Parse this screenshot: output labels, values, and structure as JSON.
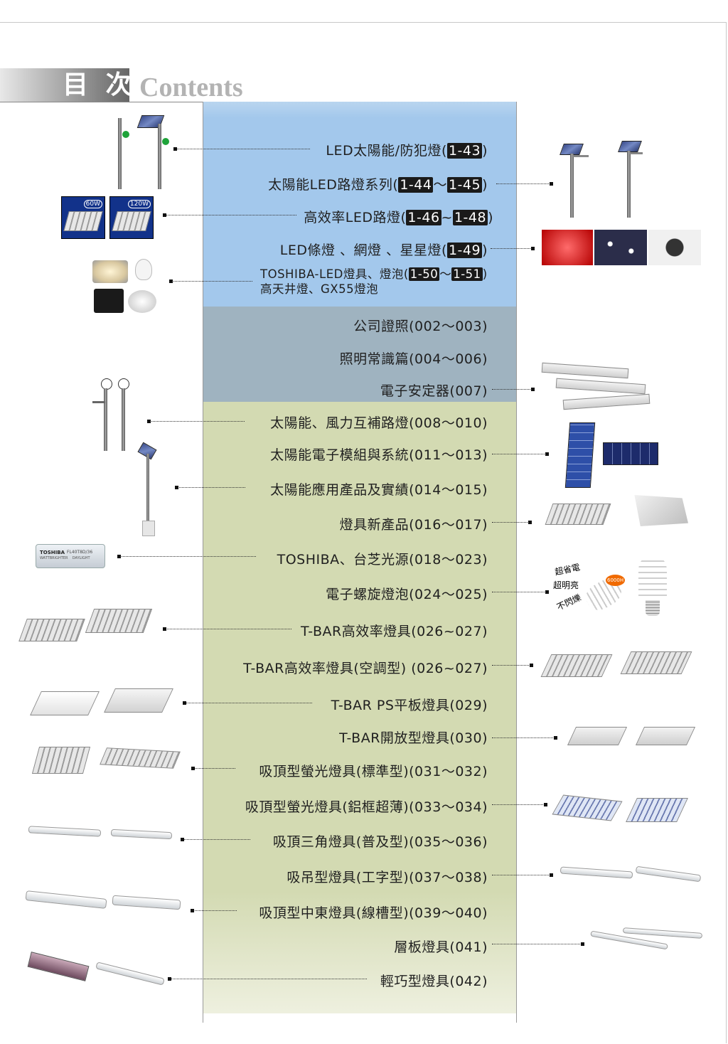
{
  "header": {
    "title_zh": "目 次",
    "title_en": "Contents"
  },
  "entries": [
    {
      "pre": "LED太陽能/防犯燈(",
      "b1": "1-43",
      "mid": "",
      "b2": "",
      "post": ")"
    },
    {
      "pre": "太陽能LED路燈系列(",
      "b1": "1-44",
      "mid": "～",
      "b2": "1-45",
      "post": ")"
    },
    {
      "pre": "高效率LED路燈(",
      "b1": "1-46",
      "mid": "~",
      "b2": "1-48",
      "post": ")"
    },
    {
      "pre": "LED條燈 、網燈 、星星燈(",
      "b1": "1-49",
      "mid": "",
      "b2": "",
      "post": ")"
    },
    {
      "pre": "TOSHIBA-LED燈具、燈泡(",
      "b1": "1-50",
      "mid": "～",
      "b2": "1-51",
      "post": ")",
      "line2": "高天井燈、GX55燈泡"
    },
    {
      "text": "公司證照(002～003)"
    },
    {
      "text": "照明常識篇(004～006)"
    },
    {
      "text": "電子安定器(007)"
    },
    {
      "text": "太陽能、風力互補路燈(008～010)"
    },
    {
      "text": "太陽能電子模組與系統(011～013)"
    },
    {
      "text": "太陽能應用產品及實績(014～015)"
    },
    {
      "text": "燈具新產品(016～017)"
    },
    {
      "text": "TOSHIBA、台芝光源(018～023)"
    },
    {
      "text": "電子螺旋燈泡(024～025)"
    },
    {
      "text": "T-BAR高效率燈具(026~027)"
    },
    {
      "text": "T-BAR高效率燈具(空調型) (026~027)"
    },
    {
      "text": "T-BAR PS平板燈具(029)"
    },
    {
      "text": "T-BAR開放型燈具(030)"
    },
    {
      "text": "吸頂型螢光燈具(標準型)(031～032)"
    },
    {
      "text": "吸頂型螢光燈具(鋁框超薄)(033～034)"
    },
    {
      "text": "吸頂三角燈具(普及型)(035～036)"
    },
    {
      "text": "吸吊型燈具(工字型)(037～038)"
    },
    {
      "text": "吸頂型中東燈具(線槽型)(039～040)"
    },
    {
      "text": "層板燈具(041)"
    },
    {
      "text": "輕巧型燈具(042)"
    }
  ],
  "photo_labels": {
    "watt_60": "60W",
    "watt_120": "120W",
    "tube_brand": "TOSHIBA",
    "tube_model": "FL40T8D/36",
    "tube_sub": "WATTBRIGHTER    DAYLIGHT",
    "bulb_tag1": "超省電",
    "bulb_tag2": "超明亮",
    "bulb_tag3": "不閃爍",
    "bulb_sticker": "6000H"
  },
  "colors": {
    "band_blue": "#a3c8ec",
    "band_gray": "#9fb3c0",
    "band_green": "#d3dab2"
  }
}
